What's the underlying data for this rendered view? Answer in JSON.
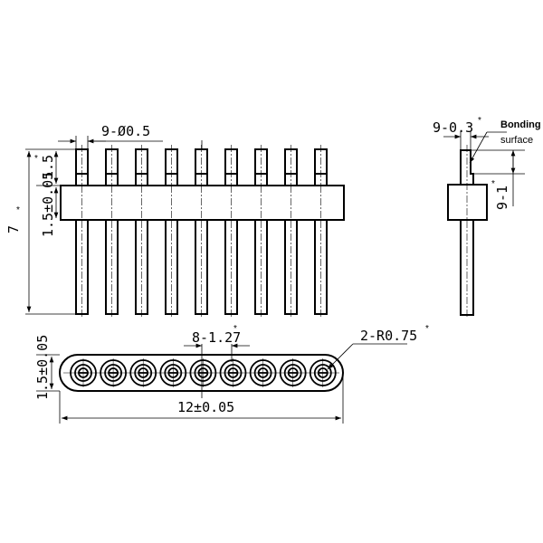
{
  "front_view": {
    "pin_count": 9,
    "pin_dim": "9-Ø0.5",
    "top_height": "1.5",
    "body_height": "1.5±0.05",
    "total_height": "7",
    "star": "*"
  },
  "side_view": {
    "width_dim": "9-0.3",
    "step_dim": "9-1",
    "callout_line1": "Bonding",
    "callout_line2": "surface",
    "star": "*"
  },
  "bottom_view": {
    "pitch_dim": "8-1.27",
    "radius_dim": "2-R0.75",
    "height_dim": "1.5±0.05",
    "length_dim": "12±0.05",
    "star": "*"
  }
}
